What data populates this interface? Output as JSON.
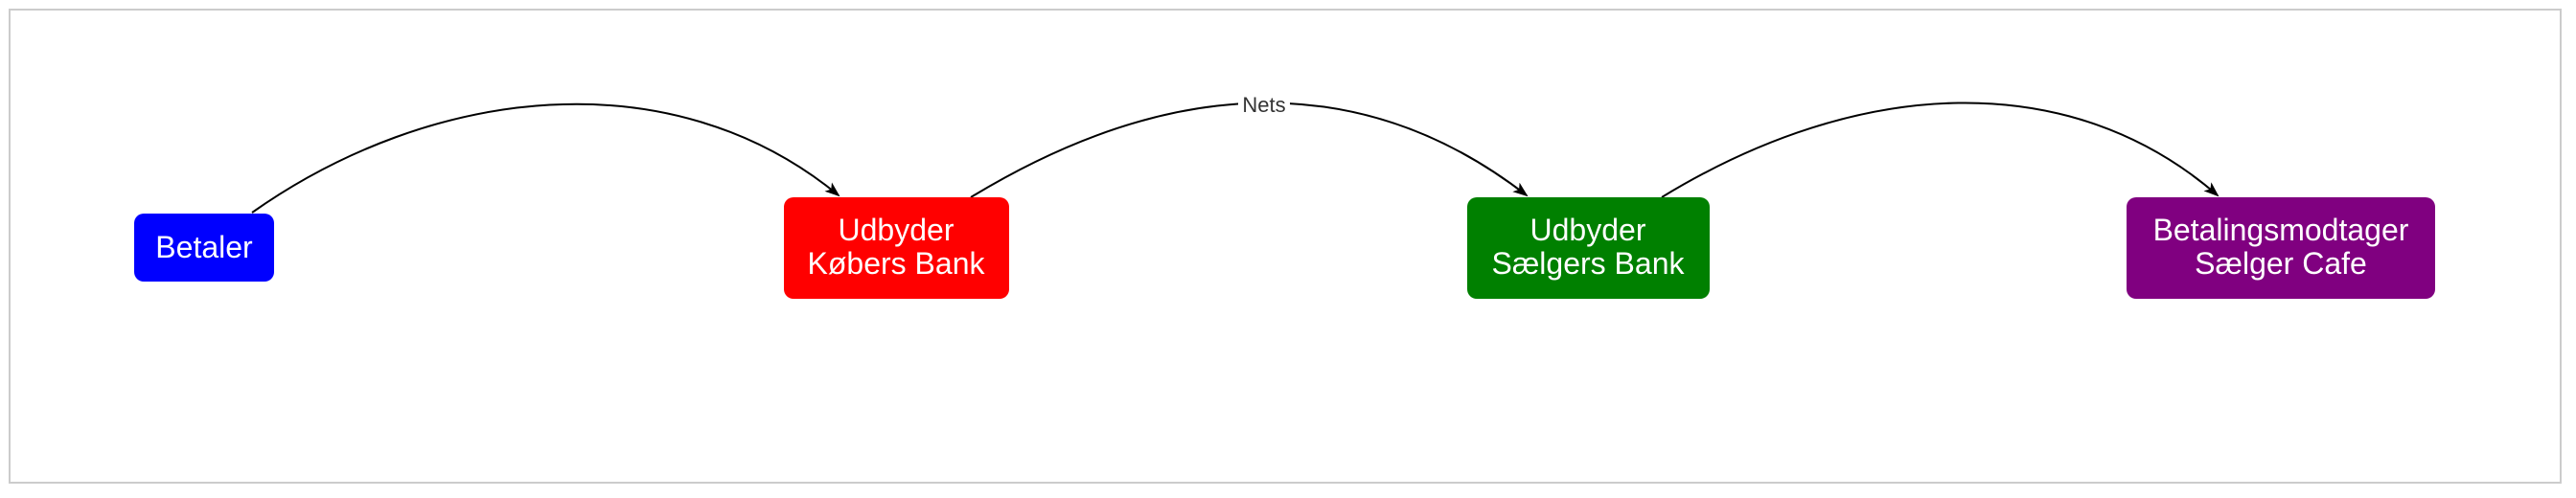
{
  "diagram": {
    "nodes": [
      {
        "id": "betaler",
        "lines": [
          "Betaler"
        ],
        "color": "#0000ff"
      },
      {
        "id": "kobers-bank",
        "lines": [
          "Udbyder",
          "Købers Bank"
        ],
        "color": "#ff0000"
      },
      {
        "id": "saelgers-bank",
        "lines": [
          "Udbyder",
          "Sælgers Bank"
        ],
        "color": "#008000"
      },
      {
        "id": "saelger-cafe",
        "lines": [
          "Betalingsmodtager",
          "Sælger Cafe"
        ],
        "color": "#800080"
      }
    ],
    "edges": [
      {
        "from": "betaler",
        "to": "kobers-bank",
        "label": ""
      },
      {
        "from": "kobers-bank",
        "to": "saelgers-bank",
        "label": "Nets"
      },
      {
        "from": "saelgers-bank",
        "to": "saelger-cafe",
        "label": ""
      }
    ]
  }
}
